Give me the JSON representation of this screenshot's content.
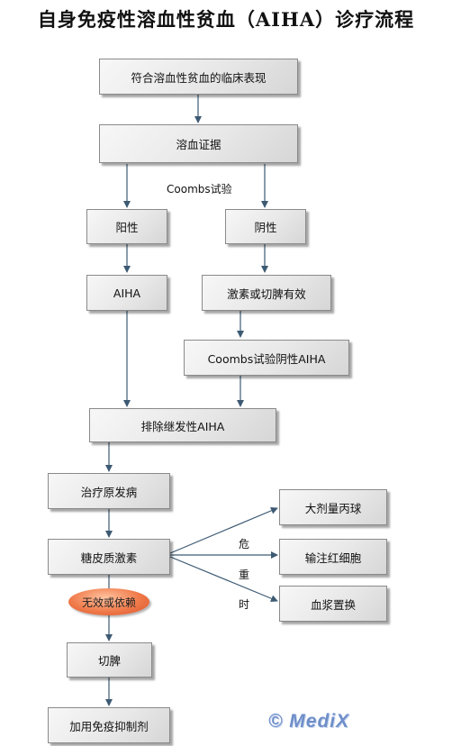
{
  "title": "自身免疫性溶血性贫血（AIHA）诊疗流程",
  "nodes": {
    "clinical": "符合溶血性贫血的临床表现",
    "hemolysis": "溶血证据",
    "positive": "阳性",
    "negative": "阴性",
    "aiha": "AIHA",
    "steroid_effective": "激素或切脾有效",
    "coombs_negative_aiha": "Coombs试验阴性AIHA",
    "exclude_secondary": "排除继发性AIHA",
    "treat_primary": "治疗原发病",
    "glucocorticoid": "糖皮质激素",
    "ivig": "大剂量丙球",
    "transfusion": "输注红细胞",
    "plasma_exchange": "血浆置换",
    "ineffective": "无效或依赖",
    "splenectomy": "切脾",
    "immunosuppressant": "加用免疫抑制剂"
  },
  "labels": {
    "coombs_test": "Coombs试验",
    "critical_1": "危",
    "critical_2": "重",
    "critical_3": "时"
  },
  "watermark": "© MediX",
  "colors": {
    "arrow": "#3d5a73",
    "oval": "#f07a4a",
    "watermark": "#6f8fc9"
  }
}
